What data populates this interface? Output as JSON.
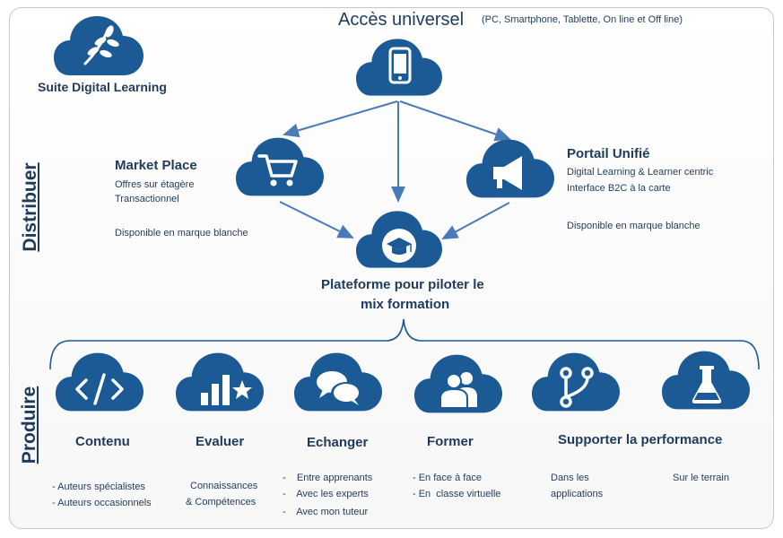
{
  "top": {
    "title": "Accès universel",
    "subtitle": "(PC, Smartphone, Tablette, On line et Off line)"
  },
  "suite": {
    "label": "Suite Digital Learning"
  },
  "side_labels": {
    "distribuer": "Distribuer",
    "produire": "Produire"
  },
  "marketplace": {
    "title": "Market Place",
    "lines": [
      "Offres sur étagère",
      "Transactionnel"
    ],
    "note": "Disponible en marque blanche"
  },
  "portail": {
    "title": "Portail Unifié",
    "lines": [
      "Digital Learning & Learner centric",
      "Interface B2C à la carte"
    ],
    "note": "Disponible en marque blanche"
  },
  "plateforme": {
    "line1": "Plateforme pour piloter le",
    "line2": "mix formation"
  },
  "produire": {
    "contenu": {
      "title": "Contenu",
      "lines": [
        "- Auteurs spécialistes",
        "- Auteurs occasionnels"
      ]
    },
    "evaluer": {
      "title": "Evaluer",
      "lines": [
        "Connaissances",
        "& Compétences"
      ]
    },
    "echanger": {
      "title": "Echanger",
      "lines": [
        "-    Entre apprenants",
        "-    Avec les experts",
        "-    Avec mon tuteur"
      ]
    },
    "former": {
      "title": "Former",
      "lines": [
        "- En face à face",
        "- En  classe virtuelle"
      ]
    },
    "supporter": {
      "title": "Supporter  la performance",
      "col1": [
        "Dans les",
        "applications"
      ],
      "col2": "Sur le terrain"
    }
  },
  "colors": {
    "cloud": "#1b5a94",
    "text": "#1f3b5c",
    "arrow": "#4a7ab8"
  },
  "icons": [
    "leaf-icon",
    "smartphone-icon",
    "shopping-cart-icon",
    "megaphone-icon",
    "graduation-cap-icon",
    "code-icon",
    "bar-chart-star-icon",
    "chat-bubbles-icon",
    "users-icon",
    "git-branch-icon",
    "flask-icon"
  ]
}
